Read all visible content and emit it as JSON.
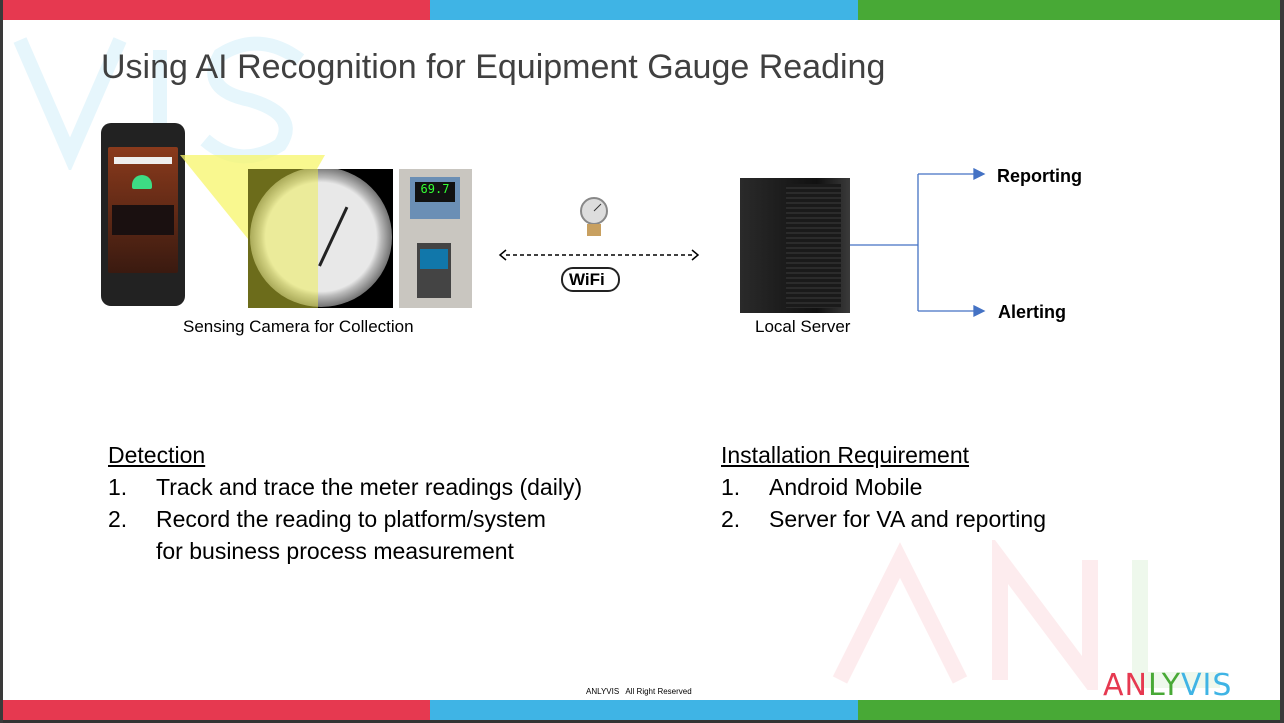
{
  "colors": {
    "red": "#e63950",
    "blue": "#3fb4e5",
    "green": "#48a936"
  },
  "title": "Using AI Recognition for Equipment Gauge Reading",
  "diagram": {
    "camera_caption": "Sensing Camera for Collection",
    "server_caption": "Local Server",
    "wifi_label": "WiFi",
    "outputs": [
      "Reporting",
      "Alerting"
    ]
  },
  "detection": {
    "heading": "Detection",
    "items": [
      {
        "n": "1.",
        "text": "Track and trace the meter readings (daily)"
      },
      {
        "n": "2.",
        "text": "Record the reading to platform/system"
      },
      {
        "n": "",
        "text": "for business process measurement"
      }
    ]
  },
  "installation": {
    "heading": "Installation Requirement",
    "items": [
      {
        "n": "1.",
        "text": "Android Mobile"
      },
      {
        "n": "2.",
        "text": "Server for VA and reporting"
      }
    ]
  },
  "footer": "ANLYVIS   All Right Reserved",
  "logo": {
    "part1": "AN",
    "part2": "LY",
    "part3": "VIS"
  }
}
